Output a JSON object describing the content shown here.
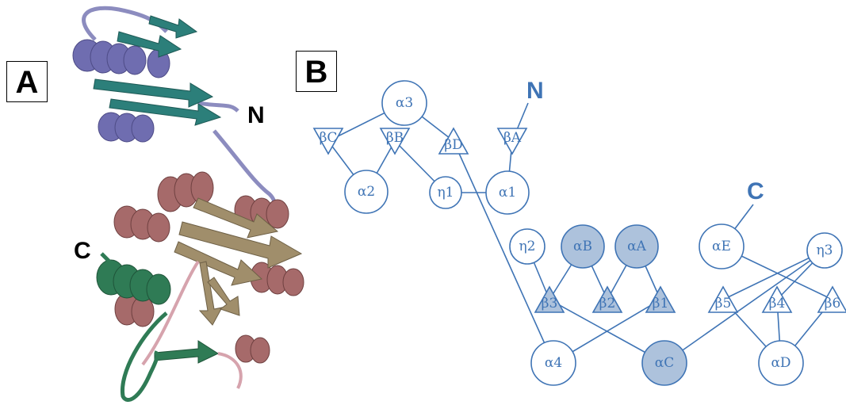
{
  "panels": {
    "a": "A",
    "b": "B"
  },
  "panel_a": {
    "n_terminus": "N",
    "c_terminus": "C"
  },
  "panel_b": {
    "n_terminus": "N",
    "c_terminus": "C",
    "colors": {
      "line": "#3f74b5",
      "filled": "#adc2dc",
      "open": "#ffffff"
    },
    "elements": [
      {
        "id": "a3",
        "label": "α3",
        "shape": "circle",
        "filled": false
      },
      {
        "id": "bC",
        "label": "βC",
        "shape": "triangle-down",
        "filled": false
      },
      {
        "id": "bB",
        "label": "βB",
        "shape": "triangle-down",
        "filled": false
      },
      {
        "id": "bD",
        "label": "βD",
        "shape": "triangle-up",
        "filled": false
      },
      {
        "id": "bA",
        "label": "βA",
        "shape": "triangle-down",
        "filled": false
      },
      {
        "id": "a2",
        "label": "α2",
        "shape": "circle",
        "filled": false
      },
      {
        "id": "h1",
        "label": "η1",
        "shape": "circle",
        "filled": false
      },
      {
        "id": "a1",
        "label": "α1",
        "shape": "circle",
        "filled": false
      },
      {
        "id": "h2",
        "label": "η2",
        "shape": "circle",
        "filled": false
      },
      {
        "id": "aB",
        "label": "αB",
        "shape": "circle",
        "filled": true
      },
      {
        "id": "aA",
        "label": "αA",
        "shape": "circle",
        "filled": true
      },
      {
        "id": "b3",
        "label": "β3",
        "shape": "triangle-up",
        "filled": true
      },
      {
        "id": "b2",
        "label": "β2",
        "shape": "triangle-up",
        "filled": true
      },
      {
        "id": "b1",
        "label": "β1",
        "shape": "triangle-up",
        "filled": true
      },
      {
        "id": "a4",
        "label": "α4",
        "shape": "circle",
        "filled": false
      },
      {
        "id": "aC",
        "label": "αC",
        "shape": "circle",
        "filled": true
      },
      {
        "id": "aE",
        "label": "αE",
        "shape": "circle",
        "filled": false
      },
      {
        "id": "h3",
        "label": "η3",
        "shape": "circle",
        "filled": false
      },
      {
        "id": "b5",
        "label": "β5",
        "shape": "triangle-up",
        "filled": false
      },
      {
        "id": "b4",
        "label": "β4",
        "shape": "triangle-up",
        "filled": false
      },
      {
        "id": "b6",
        "label": "β6",
        "shape": "triangle-up",
        "filled": false
      },
      {
        "id": "aD",
        "label": "αD",
        "shape": "circle",
        "filled": false
      }
    ],
    "connections": [
      [
        "N",
        "bA"
      ],
      [
        "bA",
        "a1"
      ],
      [
        "a1",
        "h1"
      ],
      [
        "h1",
        "bB"
      ],
      [
        "bB",
        "a2"
      ],
      [
        "a2",
        "bC"
      ],
      [
        "bC",
        "a3"
      ],
      [
        "a3",
        "bD"
      ],
      [
        "bD",
        "a4"
      ],
      [
        "a4",
        "b1"
      ],
      [
        "b1",
        "aA"
      ],
      [
        "aA",
        "b2"
      ],
      [
        "b2",
        "aB"
      ],
      [
        "aB",
        "b3"
      ],
      [
        "b3",
        "h2"
      ],
      [
        "b3",
        "aC"
      ],
      [
        "aC",
        "h3"
      ],
      [
        "h3",
        "b4"
      ],
      [
        "b4",
        "aD"
      ],
      [
        "aD",
        "b5"
      ],
      [
        "b5",
        "h3"
      ],
      [
        "aE",
        "b6"
      ],
      [
        "aE",
        "C"
      ],
      [
        "b6",
        "aD"
      ]
    ]
  }
}
